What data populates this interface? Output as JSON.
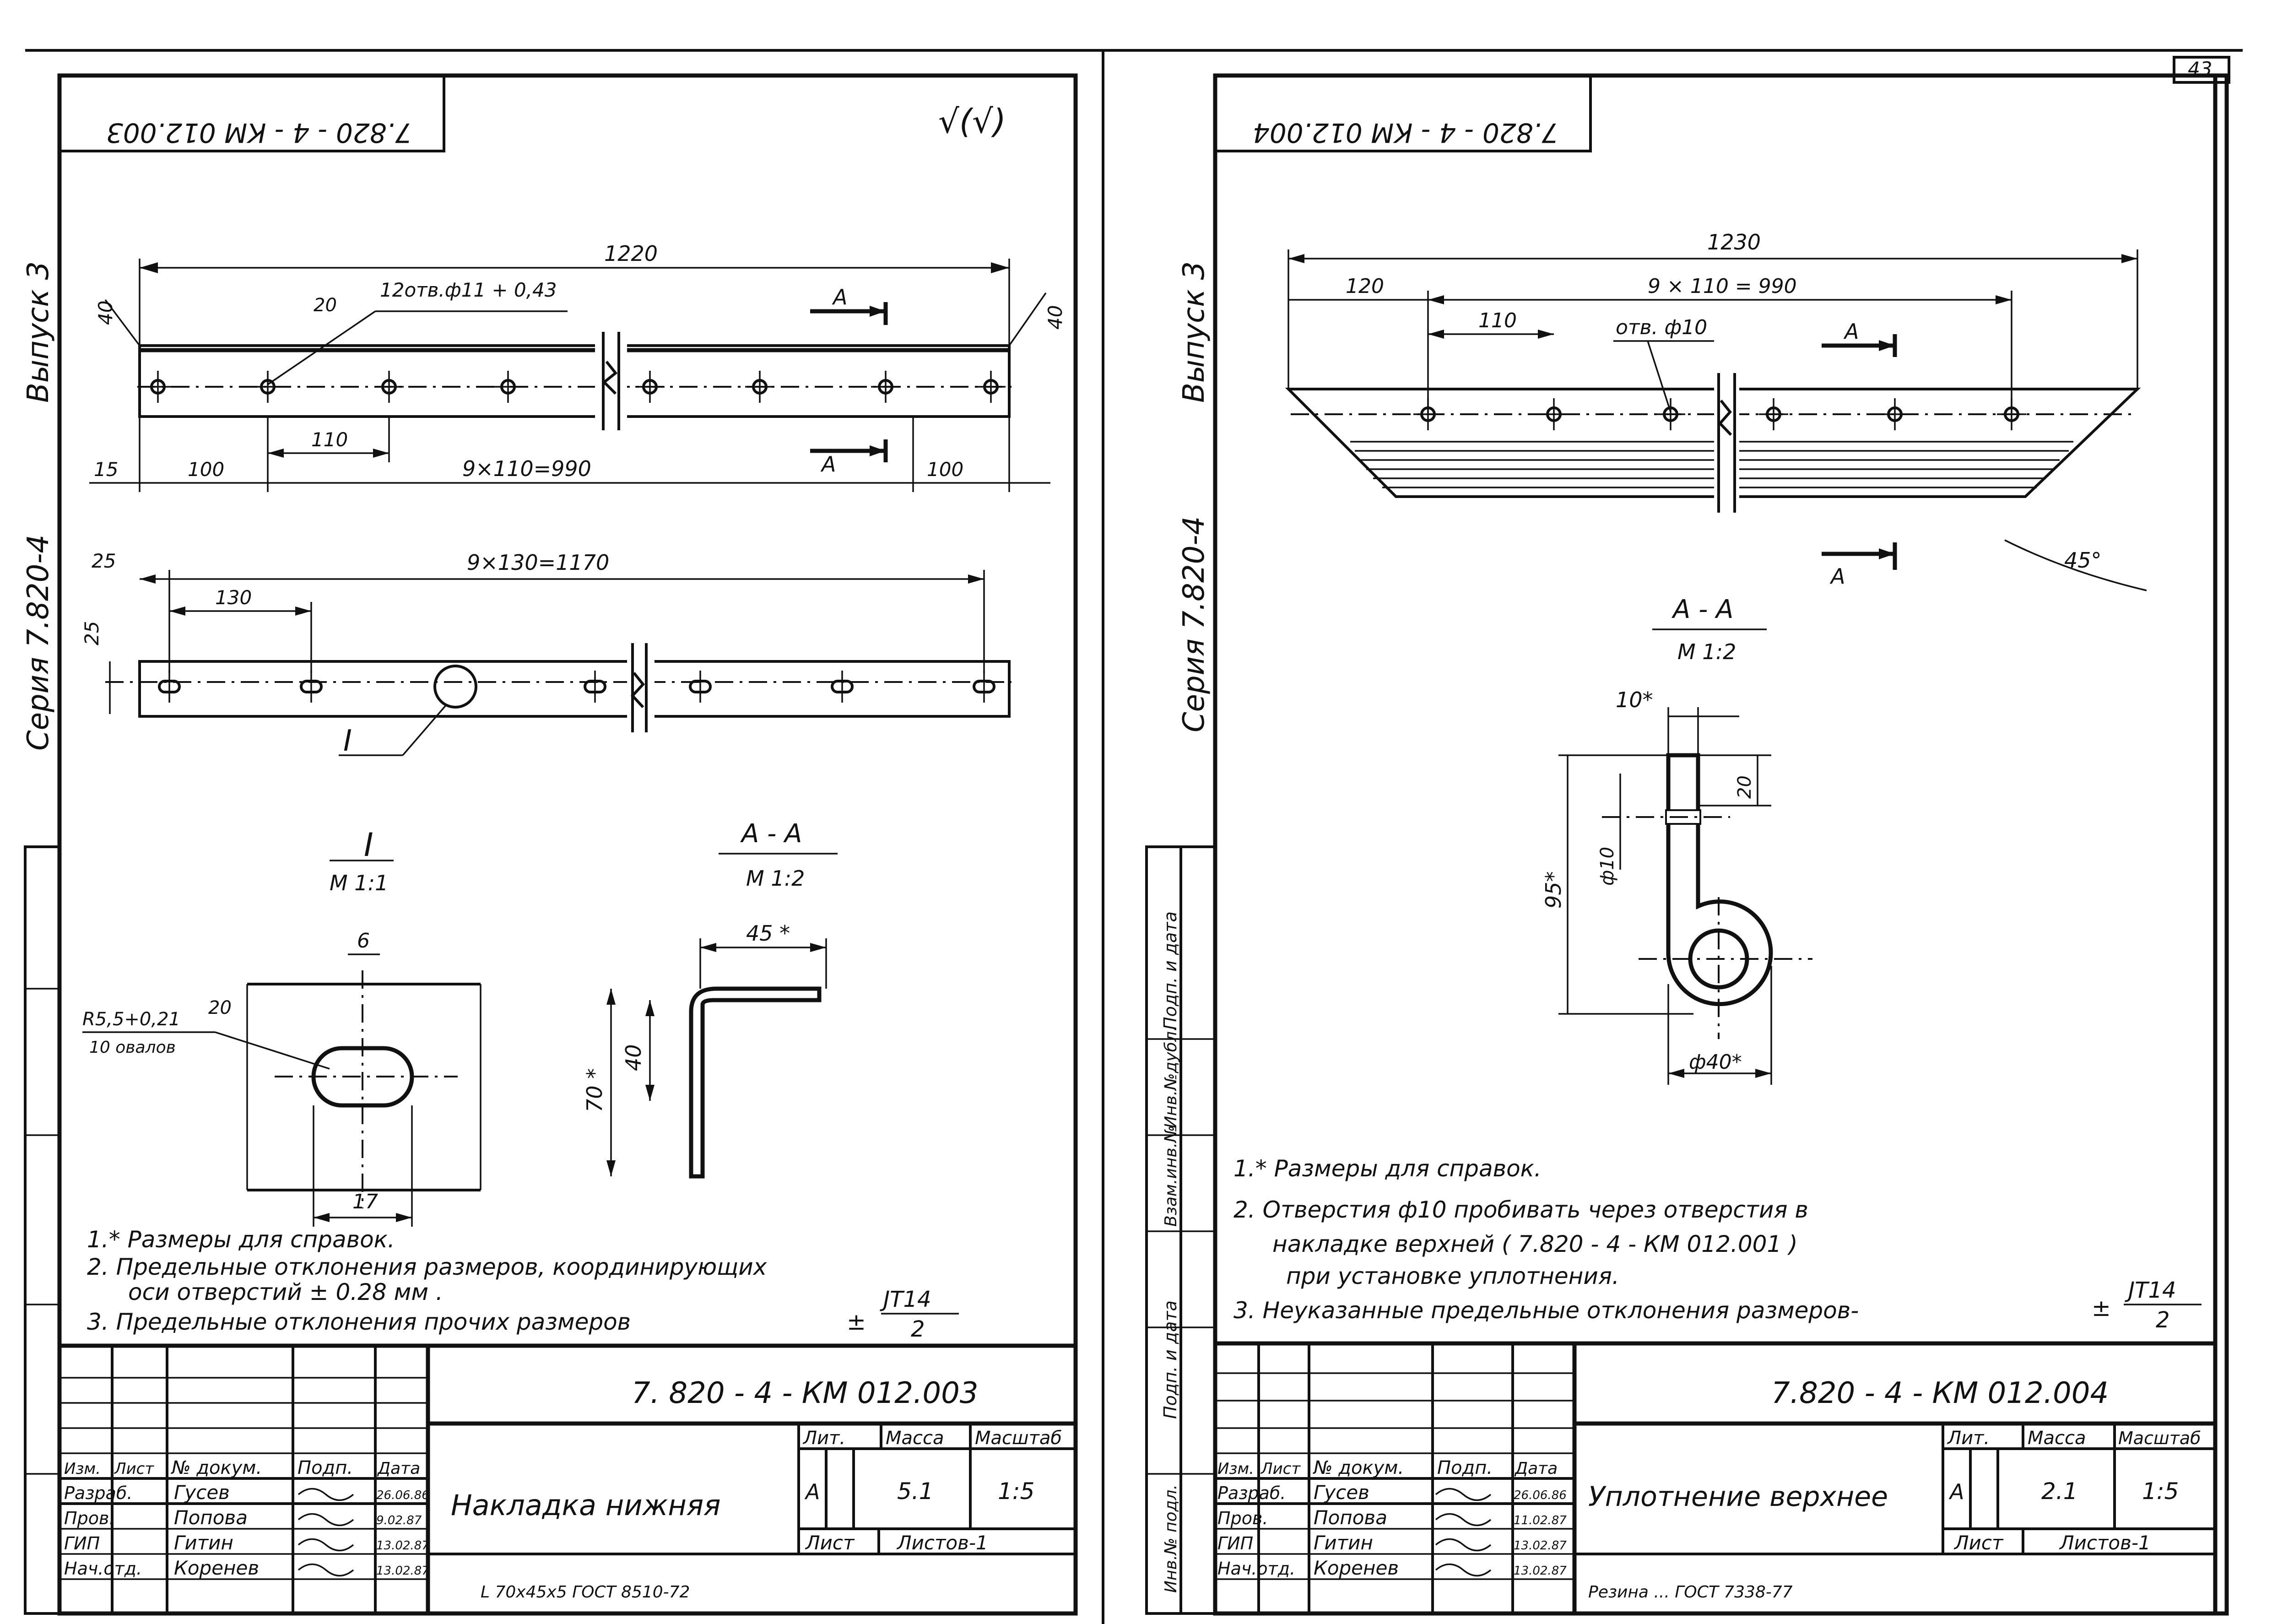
{
  "page_number": "43",
  "left_sheet": {
    "stamp_code": "7.820 - 4 - КМ 012.003",
    "roughness_mark": "√(√)",
    "side_text": {
      "issue": "Выпуск 3",
      "series": "Серия 7.820-4"
    },
    "view1": {
      "dims": {
        "overall": "1220",
        "holes": "12отв.ф11 + 0,43",
        "chamfer": "20",
        "edge_left": "40",
        "edge_right": "40",
        "pitch": "110",
        "d15": "15",
        "d100a": "100",
        "run": "9×110=990",
        "d100b": "100"
      },
      "section_mark": "А"
    },
    "view2": {
      "dims": {
        "d25a": "25",
        "run": "9×130=1170",
        "d130": "130",
        "d25b": "25"
      },
      "callout": "I"
    },
    "detail": {
      "title": "I",
      "scale": "М 1:1",
      "d6": "6",
      "radius": "R5,5+0,21",
      "radius_note": "10 овалов",
      "d20": "20",
      "d17": "17"
    },
    "section": {
      "title": "А - А",
      "scale": "М 1:2",
      "d45": "45 *",
      "d40": "40",
      "d70": "70 *"
    },
    "notes": [
      "1.* Размеры для справок.",
      "2. Предельные отклонения размеров, координирующих",
      "оси отверстий ± 0.28 мм .",
      "3. Предельные отклонения прочих размеров"
    ],
    "tolerance": {
      "pm": "±",
      "num": "JT14",
      "den": "2"
    },
    "title_block": {
      "doc_code": "7. 820 - 4 - КМ 012.003",
      "headers": [
        "Изм.",
        "Лист",
        "№ докум.",
        "Подп.",
        "Дата"
      ],
      "people": [
        {
          "role": "Разраб.",
          "name": "Гусев",
          "date": "26.06.86"
        },
        {
          "role": "Пров.",
          "name": "Попова",
          "date": "9.02.87"
        },
        {
          "role": "ГИП",
          "name": "Гитин",
          "date": "13.02.87"
        },
        {
          "role": "Нач.отд.",
          "name": "Коренев",
          "date": "13.02.87"
        }
      ],
      "part_name": "Накладка нижняя",
      "lit_label": "Лит.",
      "mass_label": "Масса",
      "scale_label": "Масштаб",
      "lit": "А",
      "mass": "5.1",
      "scale": "1:5",
      "sheet_label": "Лист",
      "sheets_label": "Листов-1",
      "material": "L 70х45х5 ГОСТ 8510-72"
    }
  },
  "right_sheet": {
    "stamp_code": "7.820 - 4 - КМ 012.004",
    "side_text": {
      "issue": "Выпуск 3",
      "series": "Серия 7.820-4"
    },
    "side_stamp": [
      "Подп. и дата",
      "Инв.№дубл.",
      "Взам.инв.№",
      "Подп. и дата",
      "Инв.№ подл."
    ],
    "view1": {
      "dims": {
        "overall": "1230",
        "d120": "120",
        "run": "9 × 110 = 990",
        "pitch": "110",
        "hole": "отв. ф10",
        "angle": "45°"
      },
      "section_mark": "А"
    },
    "section": {
      "title": "А - А",
      "scale": "М 1:2",
      "d10": "10*",
      "d20": "20",
      "d95": "95*",
      "hole": "ф10",
      "d40": "ф40*"
    },
    "notes": [
      "1.* Размеры для справок.",
      "2. Отверстия ф10 пробивать через отверстия в",
      "накладке верхней ( 7.820 - 4 - КМ 012.001 )",
      "при установке уплотнения.",
      "3. Неуказанные предельные отклонения размеров-"
    ],
    "tolerance": {
      "pm": "±",
      "num": "JT14",
      "den": "2"
    },
    "title_block": {
      "doc_code": "7.820 - 4 - КМ 012.004",
      "headers": [
        "Изм.",
        "Лист",
        "№ докум.",
        "Подп.",
        "Дата"
      ],
      "people": [
        {
          "role": "Разраб.",
          "name": "Гусев",
          "date": "26.06.86"
        },
        {
          "role": "Пров.",
          "name": "Попова",
          "date": "11.02.87"
        },
        {
          "role": "ГИП",
          "name": "Гитин",
          "date": "13.02.87"
        },
        {
          "role": "Нач.отд.",
          "name": "Коренев",
          "date": "13.02.87"
        }
      ],
      "part_name": "Уплотнение верхнее",
      "lit_label": "Лит.",
      "mass_label": "Масса",
      "scale_label": "Масштаб",
      "lit": "А",
      "mass": "2.1",
      "scale": "1:5",
      "sheet_label": "Лист",
      "sheets_label": "Листов-1",
      "material": "Резина ... ГОСТ 7338-77"
    }
  }
}
